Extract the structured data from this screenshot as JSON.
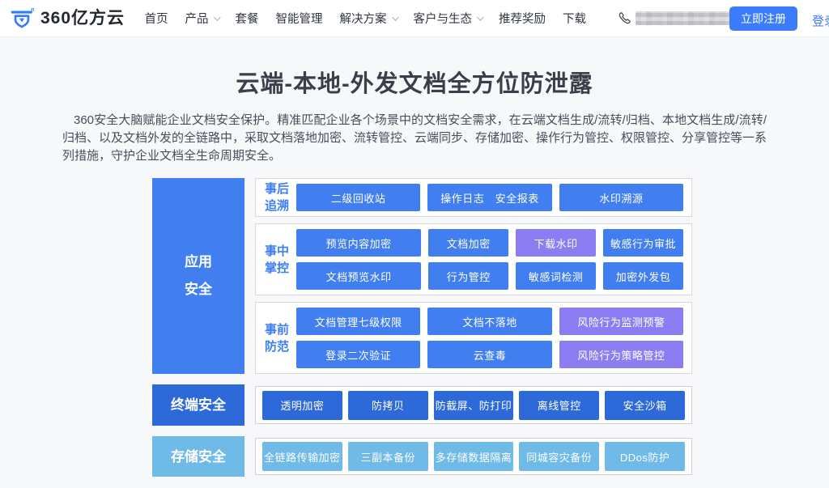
{
  "header": {
    "logo_text": "360亿方云",
    "nav": [
      {
        "label": "首页",
        "dropdown": false
      },
      {
        "label": "产品",
        "dropdown": true
      },
      {
        "label": "套餐",
        "dropdown": false
      },
      {
        "label": "智能管理",
        "dropdown": false
      },
      {
        "label": "解决方案",
        "dropdown": true
      },
      {
        "label": "客户与生态",
        "dropdown": true
      },
      {
        "label": "推荐奖励",
        "dropdown": false
      },
      {
        "label": "下载",
        "dropdown": false
      }
    ],
    "register_label": "立即注册",
    "login_label": "登录"
  },
  "hero": {
    "title": "云端-本地-外发文档全方位防泄露",
    "description": "360安全大脑赋能企业文档安全保护。精准匹配企业各个场景中的文档安全需求，在云端文档生成/流转/归档、本地文档生成/流转/归档、以及文档外发的全链路中，采取文档落地加密、流转管控、云端同步、存储加密、操作行为管控、权限管控、分享管控等一系列措施，守护企业文档全生命周期安全。"
  },
  "diagram": {
    "app": {
      "label": "应用\n安全",
      "phases": [
        {
          "label": "事后\n追溯",
          "rows": [
            [
              "二级回收站",
              "操作日志　安全报表",
              "水印溯源"
            ]
          ]
        },
        {
          "label": "事中\n掌控",
          "rows": [
            [
              "预览内容加密",
              "文档加密",
              "下载水印",
              "敏感行为审批"
            ],
            [
              "文档预览水印",
              "行为管控",
              "敏感词检测",
              "加密外发包"
            ]
          ]
        },
        {
          "label": "事前\n防范",
          "rows": [
            [
              "文档管理七级权限",
              "文档不落地",
              "风险行为监测预警"
            ],
            [
              "登录二次验证",
              "云查毒",
              "风险行为策略管控"
            ]
          ]
        }
      ]
    },
    "terminal": {
      "label": "终端安全",
      "items": [
        "透明加密",
        "防拷贝",
        "防截屏、防打印",
        "离线管控",
        "安全沙箱"
      ]
    },
    "storage": {
      "label": "存储安全",
      "items": [
        "全链路传输加密",
        "三副本备份",
        "多存储数据隔离",
        "同城容灾备份",
        "DDos防护"
      ]
    }
  },
  "colors": {
    "accent_blue": "#3a7cfb",
    "diagram_blue": "#417ff0",
    "diagram_dark_blue": "#2e69da",
    "diagram_light_blue": "#6fbae7",
    "diagram_purple": "#8c7ef2",
    "phase_label_blue": "#3e7ef0"
  }
}
